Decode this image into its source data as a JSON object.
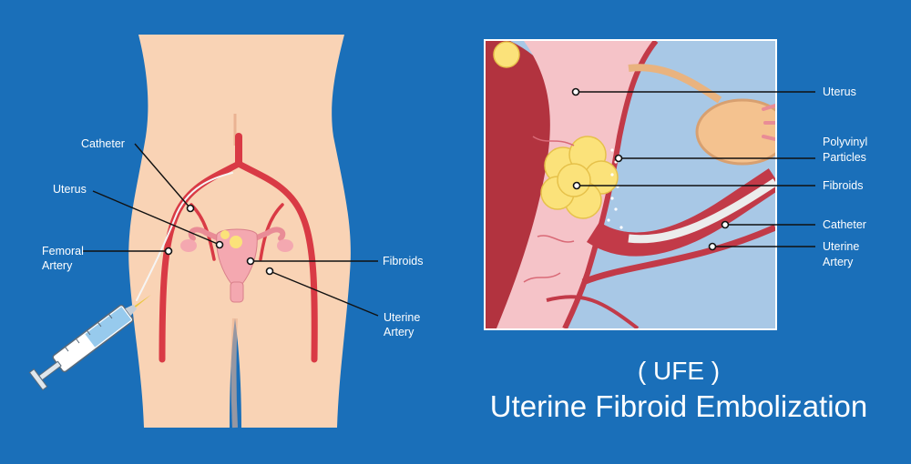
{
  "left_labels": {
    "catheter": "Catheter",
    "uterus": "Uterus",
    "femoral_artery": [
      "Femoral",
      "Artery"
    ],
    "fibroids": "Fibroids",
    "uterine_artery": [
      "Uterine",
      "Artery"
    ]
  },
  "inset_labels": {
    "uterus": "Uterus",
    "polyvinyl_particles": [
      "Polyvinyl",
      "Particles"
    ],
    "fibroids": "Fibroids",
    "catheter": "Catheter",
    "uterine_artery": [
      "Uterine",
      "Artery"
    ]
  },
  "title": {
    "abbreviation": "( UFE )",
    "full_name": "Uterine Fibroid Embolization"
  },
  "colors": {
    "background": "#1a6fb9",
    "skin": "#f9d3b5",
    "artery": "#d93a45",
    "uterus": "#f4a8b0",
    "fibroid": "#fbe27a",
    "inset_tissue": "#f5c3c8",
    "inset_fluid": "#a8c8e6"
  }
}
